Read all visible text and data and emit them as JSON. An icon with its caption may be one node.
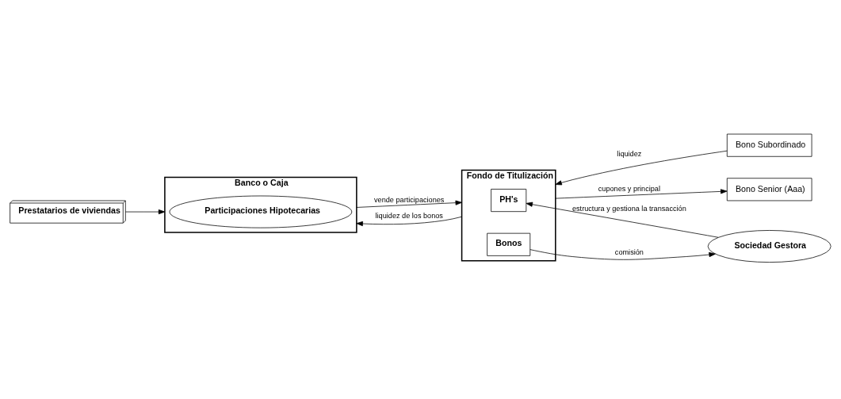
{
  "diagram": {
    "nodes": [
      {
        "text": [
          "Banco o Caja"
        ]
      },
      {
        "text": [
          "Participaciones Hipotecarias"
        ],
        "in": 0
      },
      {
        "text": [
          "Fondo de Titulización"
        ]
      },
      {
        "text": [
          "PH's"
        ],
        "in": 2
      },
      {
        "text": [
          "Bonos"
        ],
        "in": 2
      },
      {
        "text": [
          "Bono Senior (Aaa)"
        ]
      },
      {
        "text": [
          "Bono Subordinado"
        ]
      },
      {
        "text": [
          "Prestatarios de viviendas"
        ]
      },
      {
        "text": [
          "Sociedad Gestora"
        ]
      }
    ],
    "edges": [
      {
        "from": 0,
        "to": 2,
        "arrow": "to",
        "label": "vende participaciones"
      },
      {
        "from": 2,
        "to": 0,
        "arrow": "to",
        "label": "liquidez de los bonos"
      },
      {
        "from": 2,
        "to": 5,
        "arrow": "to",
        "label": "cupones y principal"
      },
      {
        "from": 6,
        "to": 2,
        "arrow": "to",
        "label": "liquidez"
      },
      {
        "from": 7,
        "to": 0,
        "arrow": "to"
      },
      {
        "from": 8,
        "to": 3,
        "arrow": "to",
        "label": "estructura y gestiona la transacción"
      },
      {
        "from": 4,
        "to": 8,
        "arrow": "to",
        "label": "comisión"
      }
    ]
  }
}
